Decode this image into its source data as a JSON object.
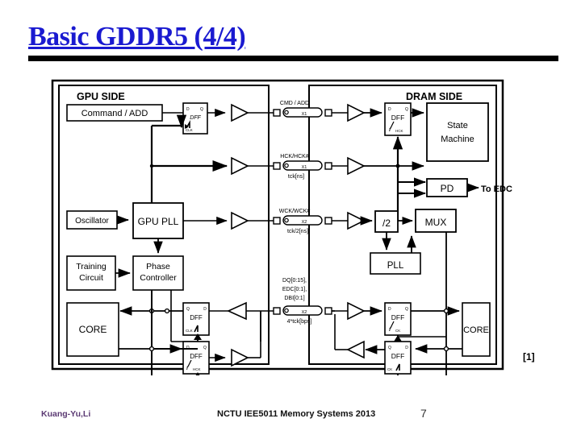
{
  "slide": {
    "title": "Basic GDDR5 (4/4)",
    "citation": "[1]"
  },
  "footer": {
    "author": "Kuang-Yu,Li",
    "course": "NCTU IEE5011 Memory Systems 2013",
    "page_number": "7"
  },
  "colors": {
    "title_blue": "#1a1ad0",
    "author_purple": "#5b3a73",
    "rule_black": "#000000",
    "diagram_line": "#000000",
    "block_fill": "#ffffff"
  },
  "diagram": {
    "type": "block-diagram",
    "gpu_side": {
      "heading": "GPU SIDE",
      "blocks": [
        {
          "id": "command-add",
          "label": "Command / ADD"
        },
        {
          "id": "gpu-dff-cmd",
          "label": "DFF",
          "pins": {
            "d": "D",
            "q": "Q",
            "clk": "CLK"
          }
        },
        {
          "id": "oscillator",
          "label": "Oscillator"
        },
        {
          "id": "gpu-pll",
          "label": "GPU PLL"
        },
        {
          "id": "training-circuit",
          "label_line1": "Training",
          "label_line2": "Circuit"
        },
        {
          "id": "phase-controller",
          "label_line1": "Phase",
          "label_line2": "Controller"
        },
        {
          "id": "gpu-core",
          "label": "CORE"
        },
        {
          "id": "gpu-dff-rx",
          "label": "DFF",
          "pins": {
            "d": "D",
            "q": "Q",
            "clk": "CLK"
          }
        },
        {
          "id": "gpu-dff-tx",
          "label": "DFF",
          "pins": {
            "d": "D",
            "q": "Q",
            "clk": "f"
          },
          "clk_sub": "HCK"
        }
      ]
    },
    "channel": {
      "lines": [
        {
          "id": "cmd-add",
          "name": "CMD / ADD",
          "rate": "X1",
          "timing": ""
        },
        {
          "id": "hck",
          "name": "HCK/HCK#",
          "rate": "X1",
          "timing": "tck[ns]"
        },
        {
          "id": "wck",
          "name": "WCK/WCK#",
          "rate": "X2",
          "timing": "tck/2[ns]"
        },
        {
          "id": "dq",
          "name_line1": "DQ[0:15],",
          "name_line2": "EDC[0:1],",
          "name_line3": "DBI[0:1]",
          "rate": "X2",
          "timing": "4*tck[bps]"
        }
      ]
    },
    "dram_side": {
      "heading": "DRAM SIDE",
      "blocks": [
        {
          "id": "dram-dff-cmd",
          "label": "DFF",
          "pins": {
            "d": "D",
            "q": "Q",
            "clk": "f"
          },
          "clk_sub": "HCK"
        },
        {
          "id": "state-machine",
          "label_line1": "State",
          "label_line2": "Machine"
        },
        {
          "id": "pd",
          "label": "PD"
        },
        {
          "id": "to-edc",
          "label": "To EDC"
        },
        {
          "id": "div2",
          "label": "/2"
        },
        {
          "id": "mux",
          "label": "MUX"
        },
        {
          "id": "dram-pll",
          "label": "PLL"
        },
        {
          "id": "dram-dff-rx",
          "label": "DFF",
          "pins": {
            "d": "D",
            "q": "Q",
            "clk": "f"
          },
          "clk_sub": "CK"
        },
        {
          "id": "dram-dff-tx",
          "label": "DFF",
          "pins": {
            "d": "D",
            "q": "Q",
            "clk": "CK"
          }
        },
        {
          "id": "dram-core",
          "label": "CORE"
        }
      ]
    }
  }
}
